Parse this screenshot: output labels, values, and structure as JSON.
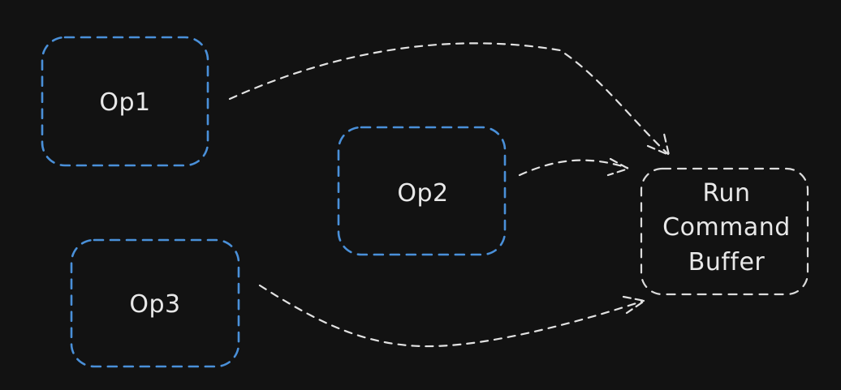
{
  "diagram": {
    "nodes": [
      {
        "id": "op1",
        "label": "Op1",
        "color": "#4a90d9"
      },
      {
        "id": "op2",
        "label": "Op2",
        "color": "#4a90d9"
      },
      {
        "id": "op3",
        "label": "Op3",
        "color": "#4a90d9"
      },
      {
        "id": "run_command_buffer",
        "label_lines": [
          "Run",
          "Command",
          "Buffer"
        ],
        "color": "#dcdcdc"
      }
    ],
    "edges": [
      {
        "from": "op1",
        "to": "run_command_buffer",
        "style": "dashed"
      },
      {
        "from": "op2",
        "to": "run_command_buffer",
        "style": "dashed"
      },
      {
        "from": "op3",
        "to": "run_command_buffer",
        "style": "dashed"
      }
    ],
    "background": "#121212"
  }
}
